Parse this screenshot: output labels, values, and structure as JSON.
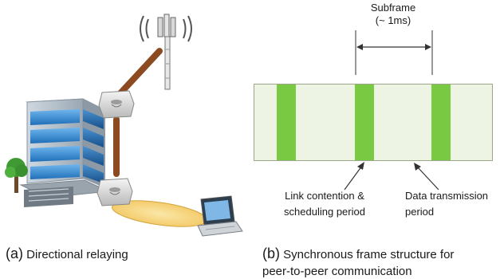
{
  "left_panel": {
    "caption_letter": "(a)",
    "caption_text": "Directional relaying",
    "icons": [
      "office-building-icon",
      "cell-tower-icon",
      "relay-node-icon",
      "laptop-icon",
      "tree-icon"
    ]
  },
  "right_panel": {
    "subframe_label_line1": "Subframe",
    "subframe_label_line2": "(~ 1ms)",
    "link_label_line1": "Link contention &",
    "link_label_line2": "scheduling period",
    "data_label_line1": "Data transmission",
    "data_label_line2": "period",
    "caption_letter": "(b)",
    "caption_line1": "Synchronous frame structure for",
    "caption_line2": "peer-to-peer communication",
    "frame_color": "#eef4e3",
    "slot_color": "#7ac943"
  }
}
